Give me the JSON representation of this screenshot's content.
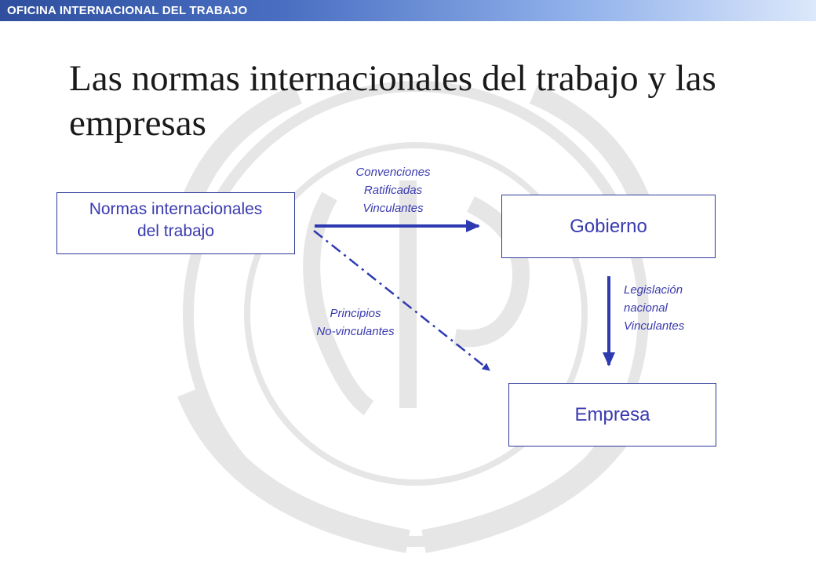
{
  "header": {
    "org_name": "OFICINA INTERNACIONAL DEL TRABAJO"
  },
  "title": "Las normas internacionales del trabajo y las empresas",
  "nodes": {
    "normas": {
      "line1": "Normas internacionales",
      "line2": "del trabajo"
    },
    "gobierno": {
      "label": "Gobierno"
    },
    "empresa": {
      "label": "Empresa"
    }
  },
  "edges": {
    "convenciones": {
      "line1": "Convenciones",
      "line2": "Ratificadas",
      "line3": "Vinculantes"
    },
    "principios": {
      "line1": "Principios",
      "line2": "No-vinculantes"
    },
    "legislacion": {
      "line1": "Legislación",
      "line2": "nacional",
      "line3": "Vinculantes"
    }
  },
  "colors": {
    "accent": "#3a3ab0",
    "arrow": "#2e3ab0",
    "header_start": "#2f4f9e",
    "header_end": "#dce8fb",
    "watermark": "#e6e6e6"
  }
}
